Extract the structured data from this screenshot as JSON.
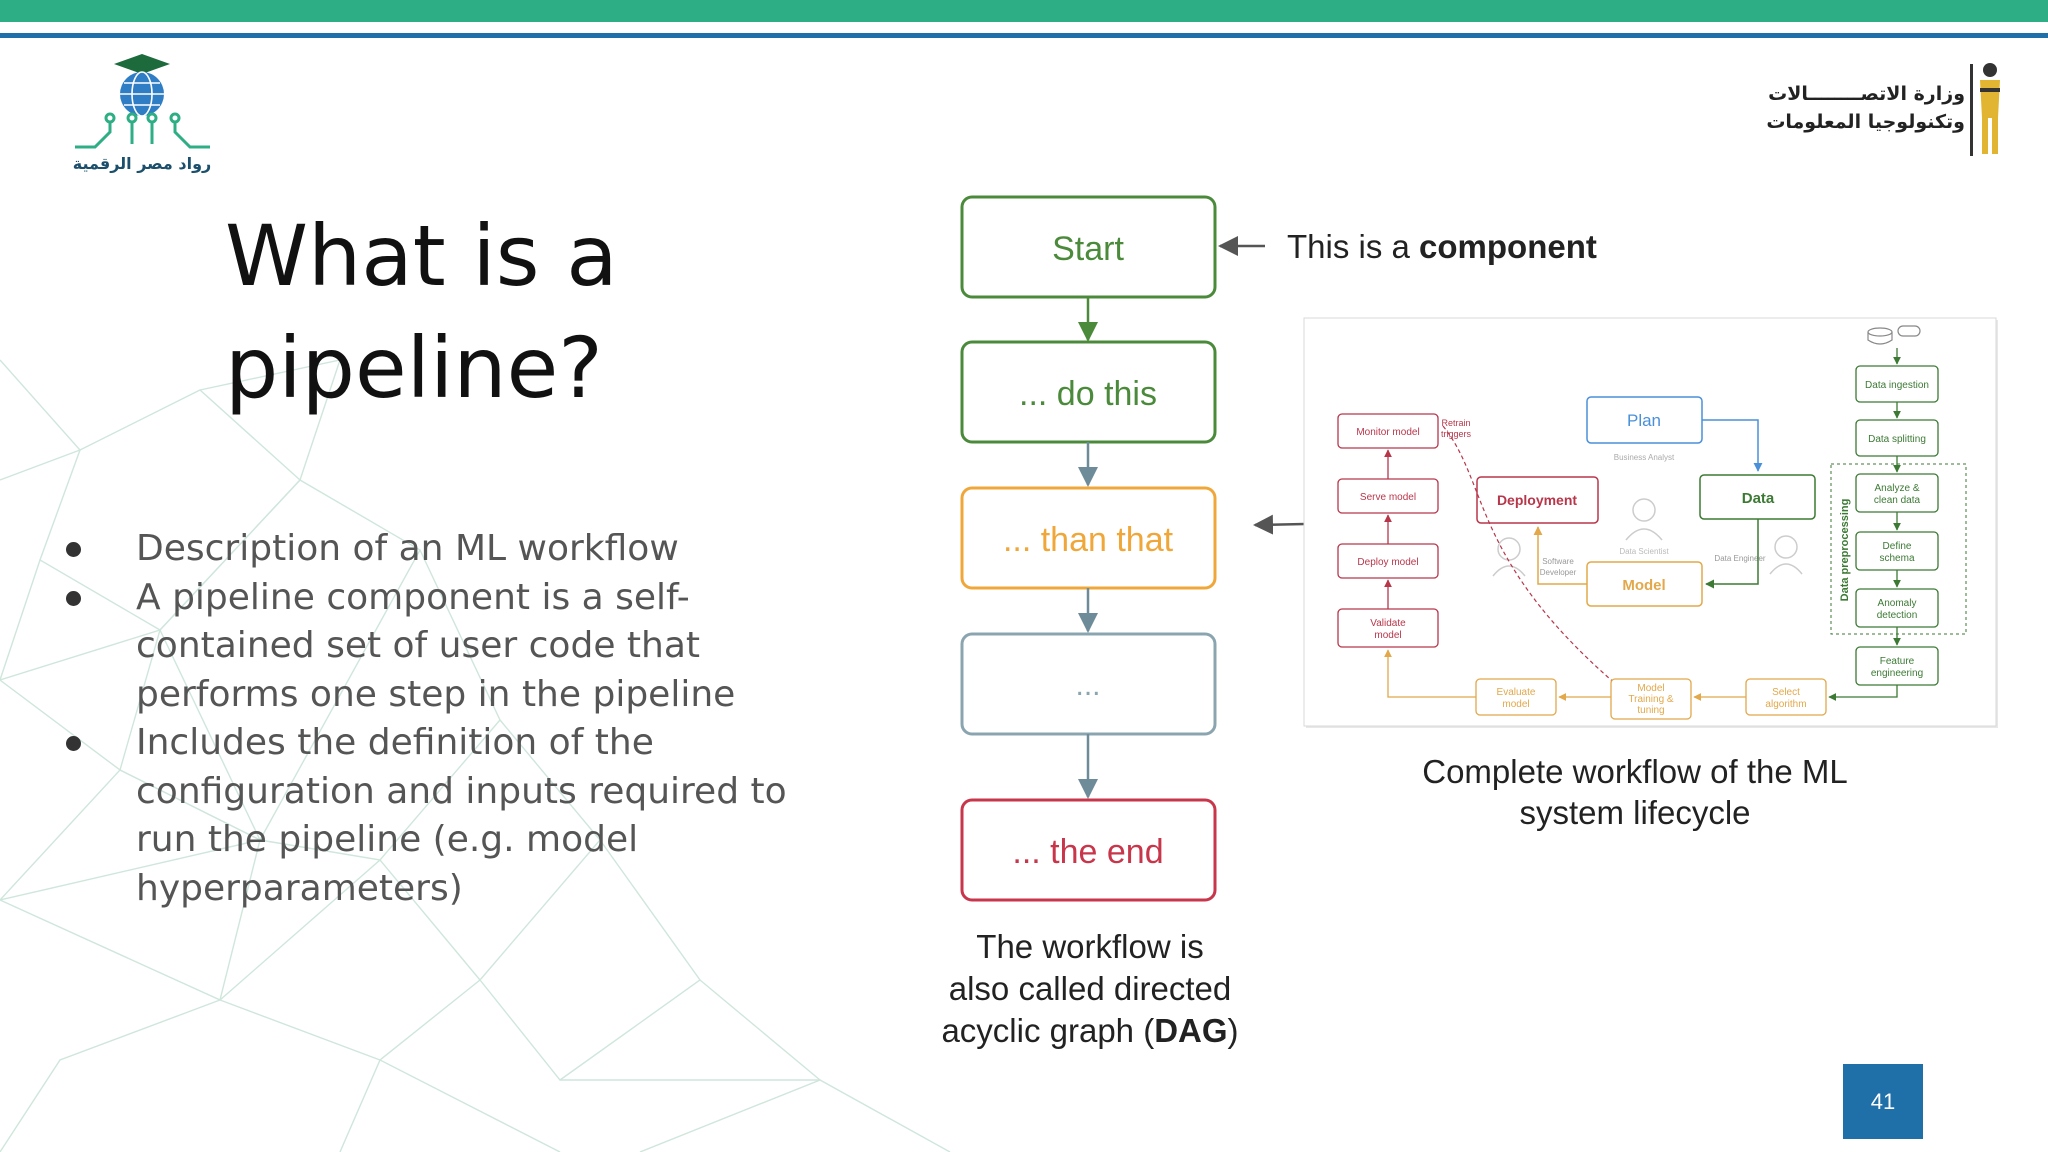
{
  "slide": {
    "title": "What is a pipeline?",
    "bullets": [
      "Description of an ML workflow",
      "A pipeline component is a self-contained set of user code  that performs one step in the  pipeline",
      "Includes the definition of the configuration and inputs  required to run the pipeline (e.g.  model hyperparameters)"
    ],
    "page_number": "41"
  },
  "logos": {
    "left_text": "رواد مصر الرقمية",
    "right_line1": "وزارة الاتصــــــــالات",
    "right_line2": "وتكنولوجيا المعلومات"
  },
  "colors": {
    "top_green": "#2eae84",
    "top_blue": "#1f6fa8",
    "start": "#4a8a3a",
    "middle": "#f0a73a",
    "end": "#c8364b"
  },
  "dag": {
    "nodes": [
      "Start",
      "... do this",
      "... than that",
      "...",
      "... the end"
    ],
    "component_pre": "This is a ",
    "component_bold": "component",
    "caption_line1": "The workflow is",
    "caption_line2": "also called directed",
    "caption_line3_pre": "acyclic graph (",
    "caption_line3_bold": "DAG",
    "caption_line3_post": ")"
  },
  "lifecycle": {
    "caption_line1": "Complete workflow of the ML",
    "caption_line2": "system lifecycle",
    "plan": "Plan",
    "plan_role": "Business Analyst",
    "data": "Data",
    "data_role": "Data Engineer",
    "model": "Model",
    "model_role": "Data Scientist",
    "deployment": "Deployment",
    "deployment_role_1": "Software",
    "deployment_role_2": "Developer",
    "monitor": "Monitor model",
    "retrain_1": "Retrain",
    "retrain_2": "triggers",
    "serve": "Serve model",
    "deploy": "Deploy model",
    "validate_1": "Validate",
    "validate_2": "model",
    "evaluate_1": "Evaluate",
    "evaluate_2": "model",
    "training_1": "Model",
    "training_2": "Training &",
    "training_3": "tuning",
    "select_1": "Select",
    "select_2": "algorithm",
    "ingestion": "Data ingestion",
    "splitting": "Data splitting",
    "analyze_1": "Analyze &",
    "analyze_2": "clean data",
    "schema_1": "Define",
    "schema_2": "schema",
    "anomaly_1": "Anomaly",
    "anomaly_2": "detection",
    "feature_1": "Feature",
    "feature_2": "engineering",
    "preprocessing": "Data preprocessing"
  }
}
